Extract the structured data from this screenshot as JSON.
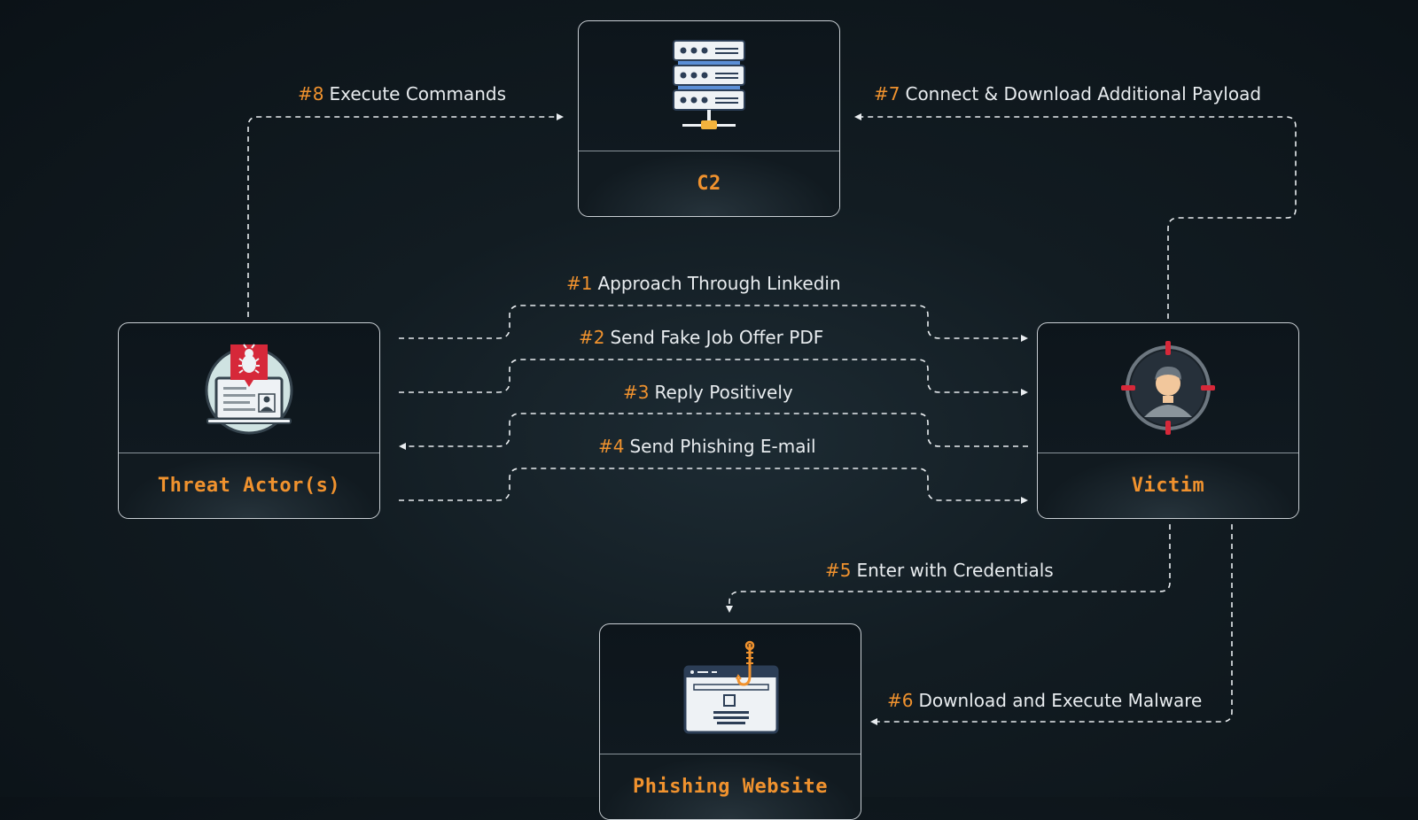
{
  "nodes": {
    "c2": {
      "label": "C2",
      "icon": "server-rack-icon"
    },
    "threat_actor": {
      "label": "Threat Actor(s)",
      "icon": "laptop-bug-icon"
    },
    "victim": {
      "label": "Victim",
      "icon": "targeted-person-icon"
    },
    "phishing": {
      "label": "Phishing Website",
      "icon": "phishing-hook-browser-icon"
    }
  },
  "steps": [
    {
      "num": "#1",
      "text": "Approach Through Linkedin",
      "from": "threat_actor",
      "to": "victim"
    },
    {
      "num": "#2",
      "text": "Send Fake Job Offer PDF",
      "from": "threat_actor",
      "to": "victim"
    },
    {
      "num": "#3",
      "text": "Reply Positively",
      "from": "victim",
      "to": "threat_actor"
    },
    {
      "num": "#4",
      "text": "Send Phishing E-mail",
      "from": "threat_actor",
      "to": "victim"
    },
    {
      "num": "#5",
      "text": "Enter with Credentials",
      "from": "victim",
      "to": "phishing"
    },
    {
      "num": "#6",
      "text": "Download and Execute Malware",
      "from": "victim",
      "to": "phishing"
    },
    {
      "num": "#7",
      "text": "Connect & Download Additional Payload",
      "from": "victim",
      "to": "c2"
    },
    {
      "num": "#8",
      "text": "Execute Commands",
      "from": "threat_actor",
      "to": "c2"
    }
  ],
  "colors": {
    "accent": "#f0922e",
    "arrow": "#e8ecef",
    "background": "#0f181e",
    "border": "#c8ced3"
  }
}
